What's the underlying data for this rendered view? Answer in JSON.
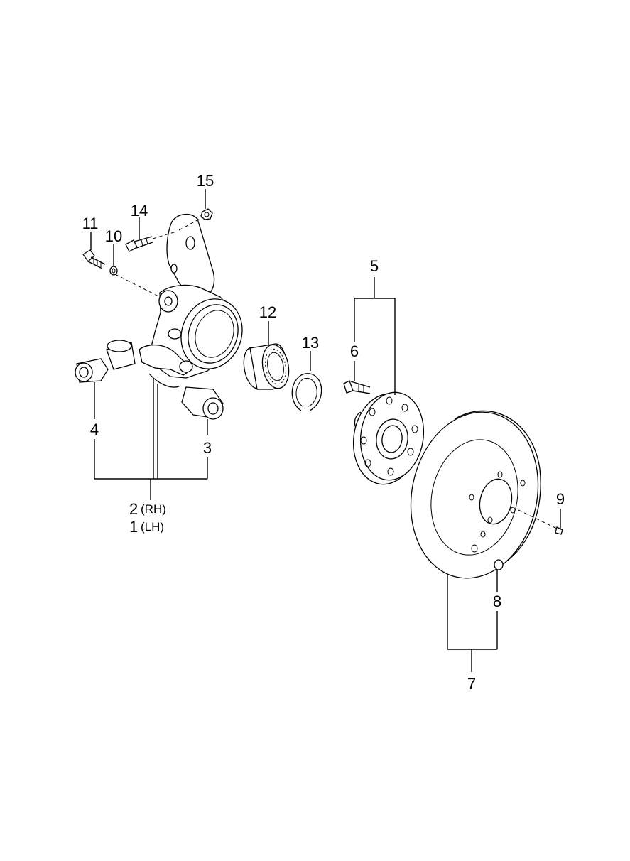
{
  "callouts": {
    "c1": "1",
    "c1_suffix": "(LH)",
    "c2": "2",
    "c2_suffix": "(RH)",
    "c3": "3",
    "c4": "4",
    "c5": "5",
    "c6": "6",
    "c7": "7",
    "c8": "8",
    "c9": "9",
    "c10": "10",
    "c11": "11",
    "c12": "12",
    "c13": "13",
    "c14": "14",
    "c15": "15"
  }
}
